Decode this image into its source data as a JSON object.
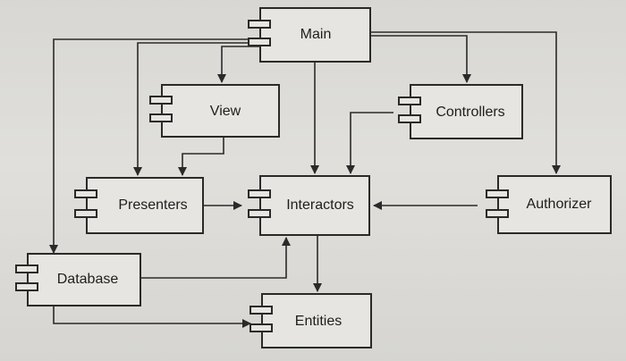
{
  "components": {
    "main": "Main",
    "view": "View",
    "controllers": "Controllers",
    "presenters": "Presenters",
    "interactors": "Interactors",
    "authorizer": "Authorizer",
    "database": "Database",
    "entities": "Entities"
  },
  "dependencies": [
    {
      "from": "Main",
      "to": "View"
    },
    {
      "from": "Main",
      "to": "Presenters"
    },
    {
      "from": "Main",
      "to": "Database"
    },
    {
      "from": "Main",
      "to": "Interactors"
    },
    {
      "from": "Main",
      "to": "Controllers"
    },
    {
      "from": "Main",
      "to": "Authorizer"
    },
    {
      "from": "View",
      "to": "Presenters"
    },
    {
      "from": "Controllers",
      "to": "Interactors"
    },
    {
      "from": "Presenters",
      "to": "Interactors"
    },
    {
      "from": "Authorizer",
      "to": "Interactors"
    },
    {
      "from": "Interactors",
      "to": "Entities"
    },
    {
      "from": "Database",
      "to": "Interactors"
    },
    {
      "from": "Database",
      "to": "Entities"
    }
  ],
  "colors": {
    "line": "#2a2a2a",
    "box_fill": "#e6e5e1",
    "background": "#dcdad6"
  }
}
